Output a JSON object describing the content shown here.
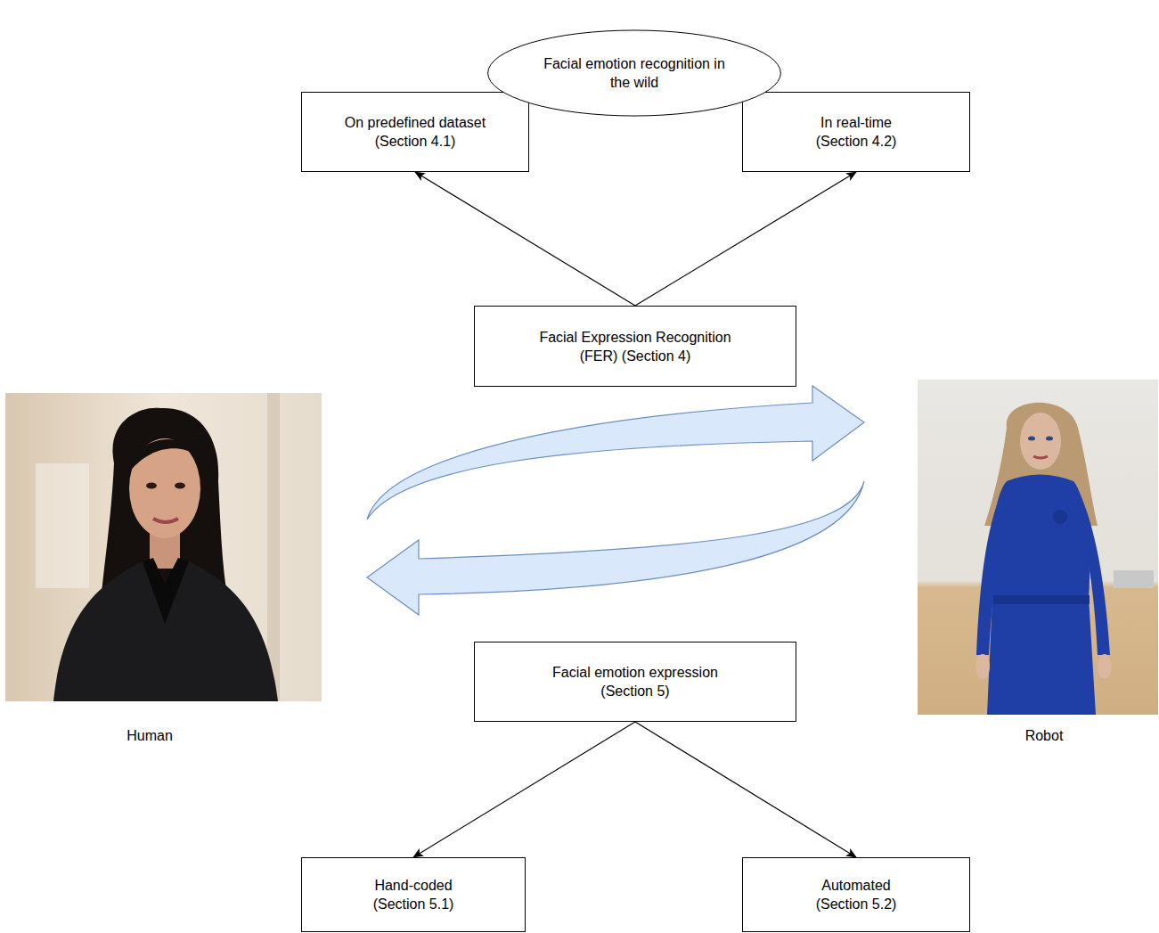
{
  "diagram": {
    "nodes": [
      {
        "text": [
          "Facial emotion recognition in the wild"
        ]
      },
      {
        "text": [
          "On predefined dataset (Section 4.1)"
        ]
      },
      {
        "text": [
          "In real-time (Section 4.2)"
        ]
      },
      {
        "text": [
          "Facial Expression Recognition (FER) (Section 4)"
        ]
      },
      {
        "text": [
          "Facial emotion expression (Section 5)"
        ]
      },
      {
        "text": [
          "Hand-coded (Section 5.1)"
        ]
      },
      {
        "text": [
          "Automated (Section 5.2)"
        ]
      }
    ],
    "edges": [
      {
        "from": 3,
        "to": 1,
        "arrow": "to"
      },
      {
        "from": 3,
        "to": 2,
        "arrow": "to"
      },
      {
        "from": 4,
        "to": 5,
        "arrow": "to"
      },
      {
        "from": 4,
        "to": 6,
        "arrow": "to"
      }
    ],
    "labels": [
      "Human",
      "Robot"
    ]
  }
}
